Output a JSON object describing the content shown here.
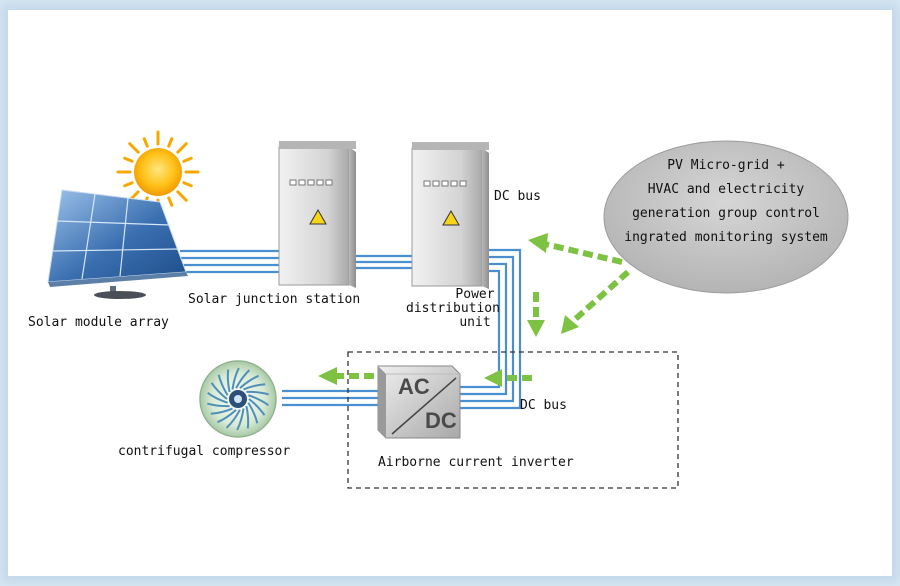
{
  "labels": {
    "solar_array": "Solar module array",
    "junction_station": "Solar junction station",
    "dc_bus_top": "DC bus",
    "power_distribution": [
      "Power",
      "distribution",
      "unit"
    ],
    "dc_bus_bottom": "DC bus",
    "inverter": "Airborne current inverter",
    "compressor": "contrifugal compressor",
    "inverter_ac": "AC",
    "inverter_dc": "DC"
  },
  "monitoring_system": {
    "lines": [
      "PV Micro-grid +",
      "HVAC and electricity",
      "generation group control",
      "ingrated monitoring system"
    ]
  },
  "colors": {
    "cable": "#4a8fd0",
    "arrow": "#7dc242",
    "ellipse": "#c4c4c4",
    "cabinet": "#d9d9d9"
  }
}
